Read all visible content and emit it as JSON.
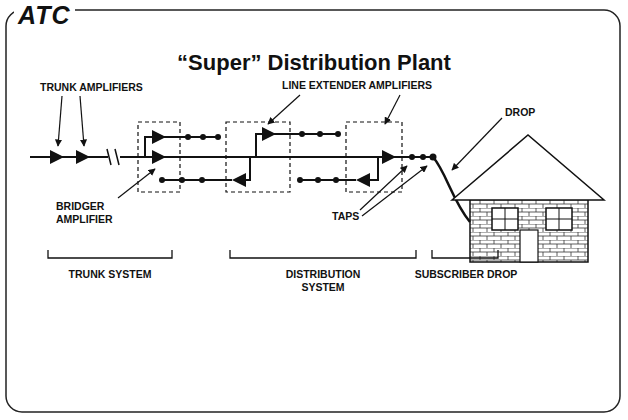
{
  "diagram": {
    "title": "“Super” Distribution Plant",
    "labels": [
      "ATC",
      "TRUNK AMPLIFIERS",
      "LINE EXTENDER AMPLIFIERS",
      "DROP",
      "BRIDGER AMPLIFIER",
      "TAPS",
      "TRUNK SYSTEM",
      "DISTRIBUTION SYSTEM",
      "SUBSCRIBER DROP"
    ]
  }
}
